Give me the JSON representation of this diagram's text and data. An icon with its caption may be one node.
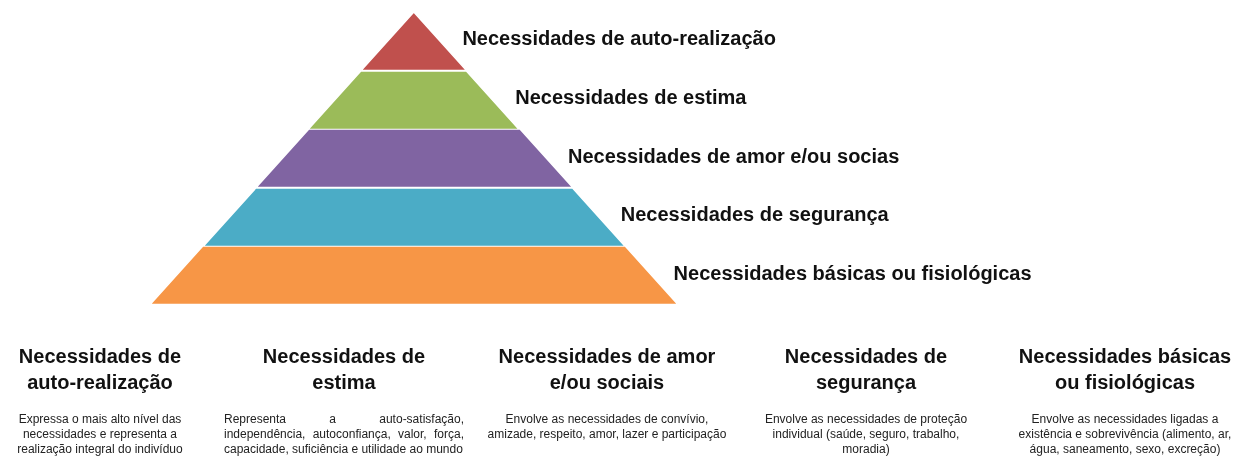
{
  "diagram": {
    "nodes": [
      {
        "text": [],
        "shape": "triangle",
        "beside": [
          "Necessidades de auto-realização"
        ]
      },
      {
        "text": [],
        "shape": "trapezoid",
        "beside": [
          "Necessidades de estima"
        ]
      },
      {
        "text": [],
        "shape": "trapezoid",
        "beside": [
          "Necessidades de amor e/ou socias"
        ]
      },
      {
        "text": [],
        "shape": "trapezoid",
        "beside": [
          "Necessidades de segurança"
        ]
      },
      {
        "text": [],
        "shape": "trapezoid",
        "beside": [
          "Necessidades básicas ou fisiológicas"
        ]
      }
    ],
    "labels": [
      "Necessidades de auto-realização",
      "Expressa o mais alto nível das necessidades e representa a realização integral do indivíduo",
      "Necessidades de estima",
      "Representa a auto-satisfação, independência, autoconfiança, valor, força, capacidade, suficiência e utilidade ao mundo",
      "Necessidades de amor e/ou sociais",
      "Envolve as necessidades de convívio, amizade, respeito, amor, lazer e participação",
      "Necessidades de segurança",
      "Envolve as necessidades de proteção individual (saúde, seguro, trabalho, moradia)",
      "Necessidades básicas ou fisiológicas",
      "Envolve as necessidades ligadas a existência e sobrevivência (alimento, ar, água, saneamento, sexo, excreção)"
    ]
  }
}
